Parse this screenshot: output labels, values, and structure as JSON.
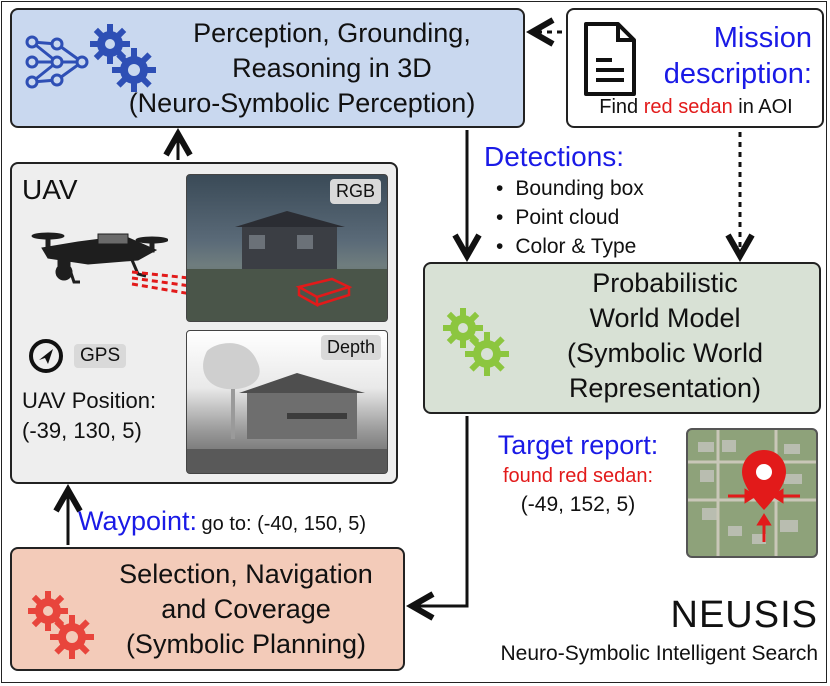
{
  "perception": {
    "line1": "Perception, Grounding,",
    "line2": "Reasoning in 3D",
    "line3": "(Neuro-Symbolic Perception)"
  },
  "mission": {
    "title1": "Mission",
    "title2": "description:",
    "text_prefix": "Find ",
    "text_highlight": "red sedan",
    "text_suffix": " in AOI"
  },
  "detections": {
    "title": "Detections:",
    "items": [
      "Bounding box",
      "Point cloud",
      "Color & Type"
    ]
  },
  "uav": {
    "title": "UAV",
    "rgb_tag": "RGB",
    "depth_tag": "Depth",
    "gps_label": "GPS",
    "position_label": "UAV Position:",
    "position_value": "(-39, 130, 5)"
  },
  "world_model": {
    "line1": "Probabilistic",
    "line2": "World Model",
    "line3": "(Symbolic World",
    "line4": "Representation)"
  },
  "target": {
    "title": "Target report:",
    "found": "found red sedan:",
    "coords": "(-49, 152, 5)"
  },
  "waypoint": {
    "label": "Waypoint:",
    "text": "go to: (-40, 150, 5)"
  },
  "planning": {
    "line1": "Selection, Navigation",
    "line2": "and Coverage",
    "line3": "(Symbolic Planning)"
  },
  "brand": {
    "name": "NEUSIS",
    "subtitle": "Neuro-Symbolic Intelligent Search"
  },
  "colors": {
    "perception_bg": "#c9d8ef",
    "world_bg": "#d8e1d5",
    "planning_bg": "#f3cbb9",
    "uav_bg": "#eeeeee",
    "accent_blue": "#1a1ae6",
    "accent_red": "#e21a1a",
    "gear_blue": "#2e4fb5",
    "gear_green": "#8cc63f",
    "gear_red": "#e8453c"
  },
  "icons": [
    "neural-network-icon",
    "gears-icon",
    "document-icon",
    "drone-icon",
    "gps-icon",
    "map-pin-icon"
  ]
}
